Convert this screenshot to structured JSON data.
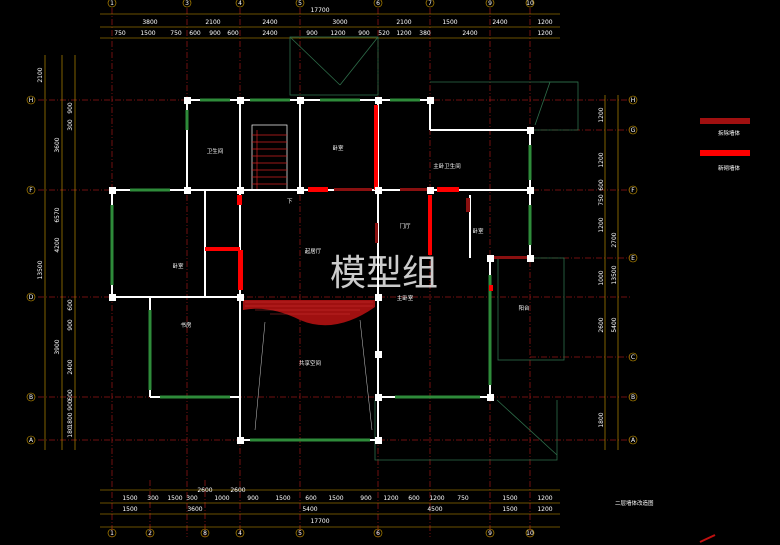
{
  "colors": {
    "background": "#000000",
    "wall": "#ffffff",
    "window": "#2e8b3a",
    "dim": "#d4a000",
    "axis": "#e02020",
    "new_wall": "#ff0000",
    "hatch": "#c01010",
    "outline": "#2e6e4a"
  },
  "top_axes": [
    "1",
    "3",
    "4",
    "5",
    "6",
    "7",
    "9",
    "10"
  ],
  "bottom_axes": [
    "1",
    "2",
    "8",
    "4",
    "5",
    "6",
    "9",
    "10"
  ],
  "left_axes": [
    "H",
    "F",
    "D",
    "B",
    "A"
  ],
  "right_axes": [
    "H",
    "G",
    "F",
    "E",
    "C",
    "B",
    "A"
  ],
  "top_total": "17700",
  "bottom_total": "17700",
  "top_row1": [
    "3800",
    "2100",
    "2400",
    "3000",
    "2100",
    "1500",
    "2400",
    "1200"
  ],
  "top_row2": [
    "750",
    "1500",
    "750",
    "600",
    "900",
    "600",
    "2400",
    "900",
    "1200",
    "900",
    "520",
    "1200",
    "380",
    "2400",
    "1200"
  ],
  "bottom_row1": [
    "1500",
    "300",
    "1500",
    "300",
    "1000",
    "900",
    "1500",
    "600",
    "1500",
    "900",
    "1200",
    "600",
    "1200",
    "750",
    "1500",
    "1200"
  ],
  "bottom_row2": [
    "1500",
    "3600",
    "5400",
    "4500",
    "1500",
    "1200"
  ],
  "bottom_sub": [
    "2600",
    "2600"
  ],
  "left_outer": [
    "2100",
    "3600",
    "6570",
    "4200",
    "3900",
    "2400",
    "1800",
    "13500"
  ],
  "left_inner": [
    "900",
    "300",
    "900",
    "600",
    "900",
    "600",
    "180"
  ],
  "right_outer": [
    "1200",
    "1200",
    "600",
    "750",
    "1200",
    "2700",
    "1000",
    "2600",
    "5400",
    "1800",
    "13500"
  ],
  "legend": {
    "demolish": "拆除墙体",
    "new": "新砌墙体"
  },
  "drawing_title": "二层墙体改造图",
  "rooms": {
    "bath1": "卫生间",
    "bed1": "卧室",
    "bed2": "卧室",
    "master_bath": "主卧卫生间",
    "living": "起居厅",
    "hall": "门厅",
    "bed3": "卧室",
    "master": "主卧室",
    "balcony": "阳台",
    "study": "书房",
    "void": "共享空间"
  },
  "stair_label": "下",
  "watermark": "模型组"
}
